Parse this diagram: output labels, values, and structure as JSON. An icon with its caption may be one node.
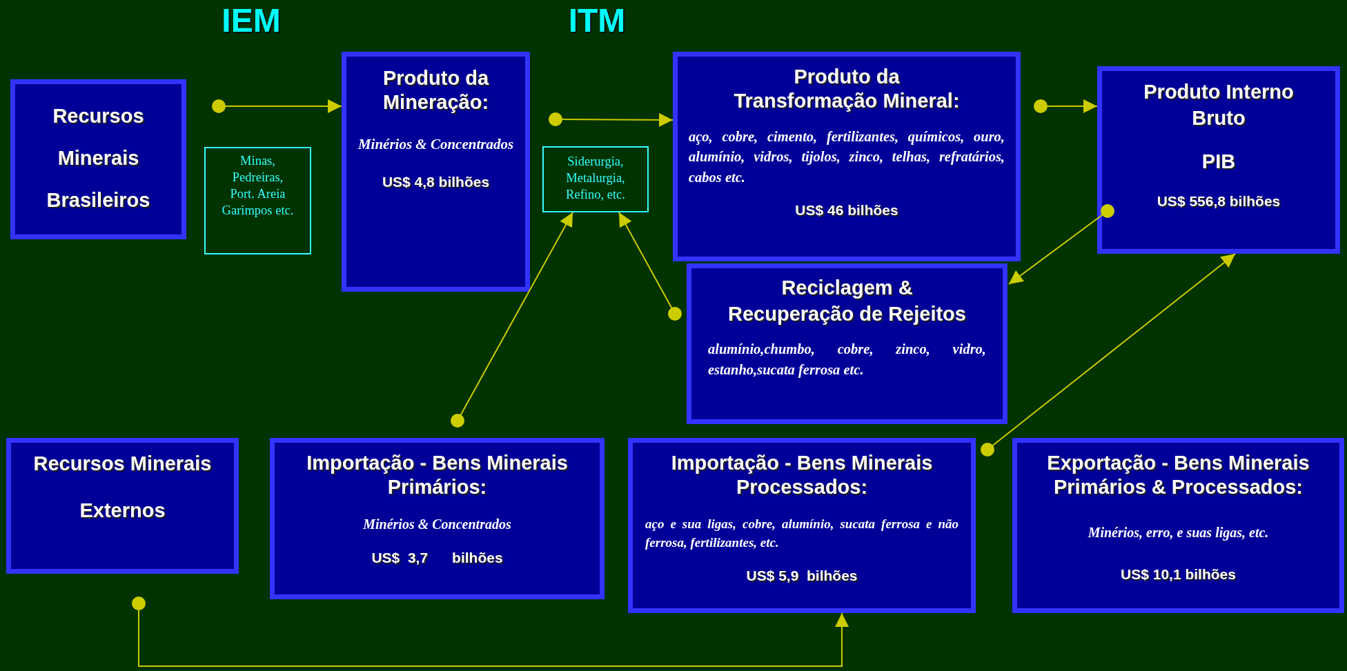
{
  "diagram": {
    "nodes": [
      {
        "text": [
          "Recursos Minerais Brasileiros"
        ]
      },
      {
        "text": [
          "Minas, Pedreiras, Port.  Areia Garimpos etc."
        ]
      },
      {
        "text": [
          "Produto da Mineração:",
          "Minérios & Concentrados",
          "US$ 4,8 bilhões"
        ]
      },
      {
        "text": [
          "Siderurgia, Metalurgia, Refino, etc."
        ]
      },
      {
        "text": [
          "Produto da Transformação Mineral:",
          "aço, cobre, cimento, fertilizantes, químicos, ouro, alumínio, vidros, tijolos, zinco, telhas, refratários, cabos  etc.",
          "US$ 46 bilhões"
        ]
      },
      {
        "text": [
          "Produto Interno Bruto",
          "PIB",
          "US$ 556,8 bilhões"
        ]
      },
      {
        "text": [
          "Reciclagem & Recuperação  de Rejeitos",
          "alumínio,chumbo, cobre, zinco, vidro, estanho,sucata ferrosa etc."
        ]
      },
      {
        "text": [
          "Recursos Minerais",
          "Externos"
        ]
      },
      {
        "text": [
          "Importação - Bens Minerais Primários:",
          "Minérios & Concentrados",
          "US$  3,7      bilhões"
        ]
      },
      {
        "text": [
          "Importação - Bens Minerais Processados:",
          "aço e sua ligas, cobre, alumínio, sucata ferrosa e não ferrosa, fertilizantes, etc.",
          "US$ 5,9  bilhões"
        ]
      },
      {
        "text": [
          "Exportação - Bens Minerais Primários & Processados:",
          "Minérios, erro, e suas ligas, etc.",
          "US$ 10,1 bilhões"
        ]
      }
    ],
    "edges": [
      {
        "from": 0,
        "to": 2,
        "arrow": "to"
      },
      {
        "from": 2,
        "to": 4,
        "arrow": "to"
      },
      {
        "from": 4,
        "to": 5,
        "arrow": "to"
      },
      {
        "from": 8,
        "to": 3,
        "arrow": "to"
      },
      {
        "from": 6,
        "to": 3,
        "arrow": "to"
      },
      {
        "from": 5,
        "to": 6,
        "arrow": "to"
      },
      {
        "from": 9,
        "to": 5,
        "arrow": "to"
      },
      {
        "from": 7,
        "to": 9,
        "arrow": "to"
      }
    ],
    "labels": [
      "IEM",
      "ITM"
    ]
  }
}
